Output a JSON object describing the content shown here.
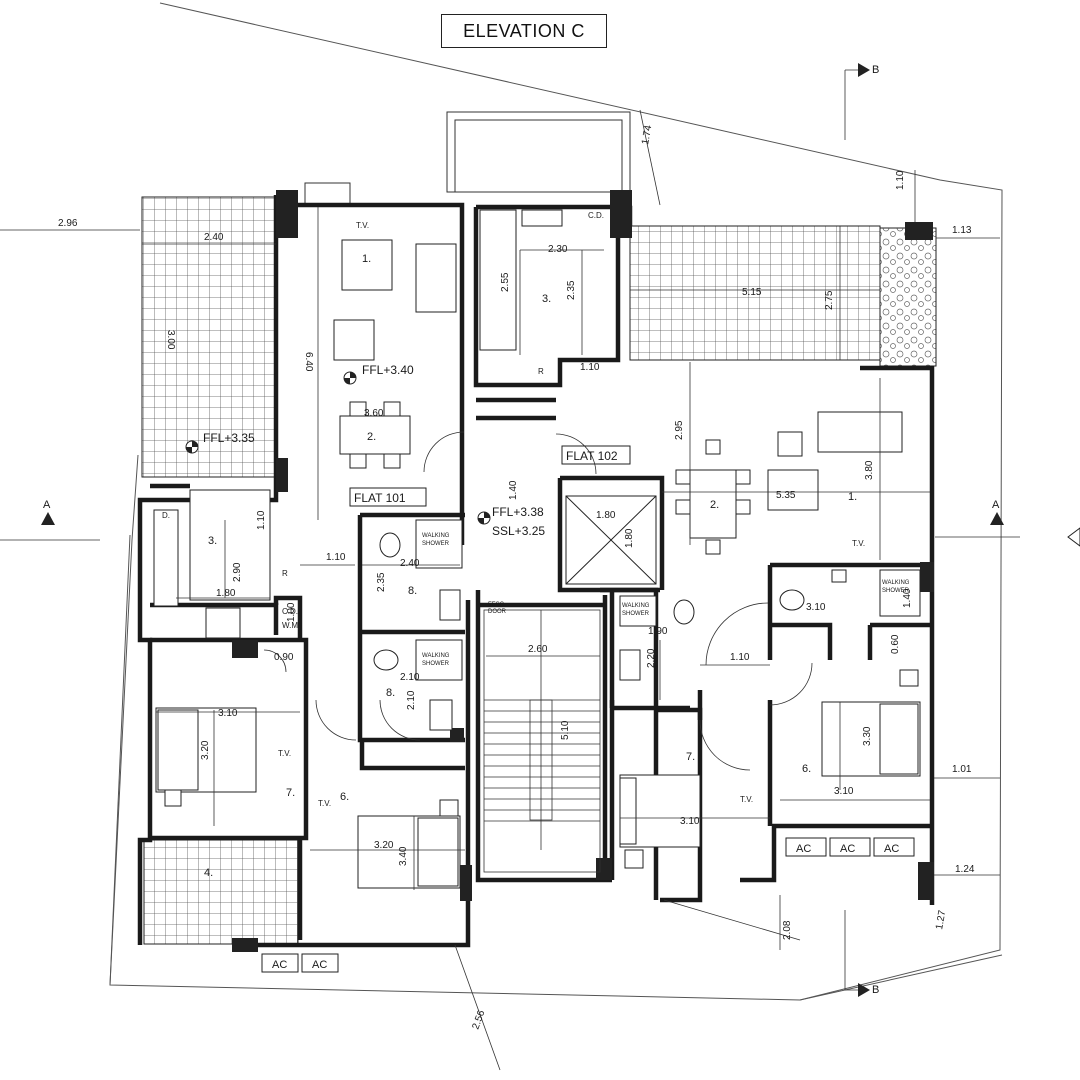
{
  "elevation_label": "ELEVATION C",
  "flats": {
    "flat_101": {
      "label": "FLAT 101",
      "ffl_main": "FFL+3.40",
      "ffl_veranda": "FFL+3.35"
    },
    "flat_102": {
      "label": "FLAT 102"
    },
    "core": {
      "ffl": "FFL+3.38",
      "ssl": "SSL+3.25"
    }
  },
  "section_markers": {
    "a": "A",
    "b": "B"
  },
  "room_numbers": {
    "r1": "1.",
    "r2": "2.",
    "r3": "3.",
    "r4": "4.",
    "r6": "6.",
    "r7": "7.",
    "r8": "8.",
    "r1b": "1.",
    "r2b": "2.",
    "r3b": "3.",
    "r6b": "6.",
    "r7b": "7.",
    "r8b": "8."
  },
  "labels": {
    "tv": "T.V.",
    "walking_shower": [
      "WALKING",
      "SHOWER"
    ],
    "cd": "C.D.",
    "wm": "W.M.",
    "d": "D.",
    "r": "R",
    "ac": "AC",
    "fesc": [
      "FESC",
      "DOOR"
    ]
  },
  "dimensions": {
    "d296": "2.96",
    "d240": "2.40",
    "d300": "3.00",
    "d640": "6.40",
    "d360": "3.60",
    "d174": "1.74",
    "d110top": "1.10",
    "d113": "1.13",
    "d230": "2.30",
    "d255": "2.55",
    "d235a": "2.35",
    "d515": "5.15",
    "d275": "2.75",
    "d110k": "1.10",
    "d295": "2.95",
    "d380": "3.80",
    "d535": "5.35",
    "d180a": "1.80",
    "d180b": "1.80",
    "d140": "1.40",
    "d110f": "1.10",
    "d290": "2.90",
    "d110h": "1.10",
    "d235b": "2.35",
    "d240b": "2.40",
    "d180c": "1.80",
    "d100": "1.00",
    "d090": "0.90",
    "d210": "2.10",
    "d210b": "2.10",
    "d310a": "3.10",
    "d320": "3.20",
    "d320b": "3.20",
    "d340": "3.40",
    "d260": "2.60",
    "d510": "5.10",
    "d190": "1.90",
    "d220": "2.20",
    "d110c": "1.10",
    "d310b": "3.10",
    "d310c": "3.10",
    "d330": "3.30",
    "d310d": "3.10",
    "d140b": "1.40",
    "d060": "0.60",
    "d101": "1.01",
    "d124": "1.24",
    "d127": "1.27",
    "d208": "2.08",
    "d256": "2.56"
  }
}
